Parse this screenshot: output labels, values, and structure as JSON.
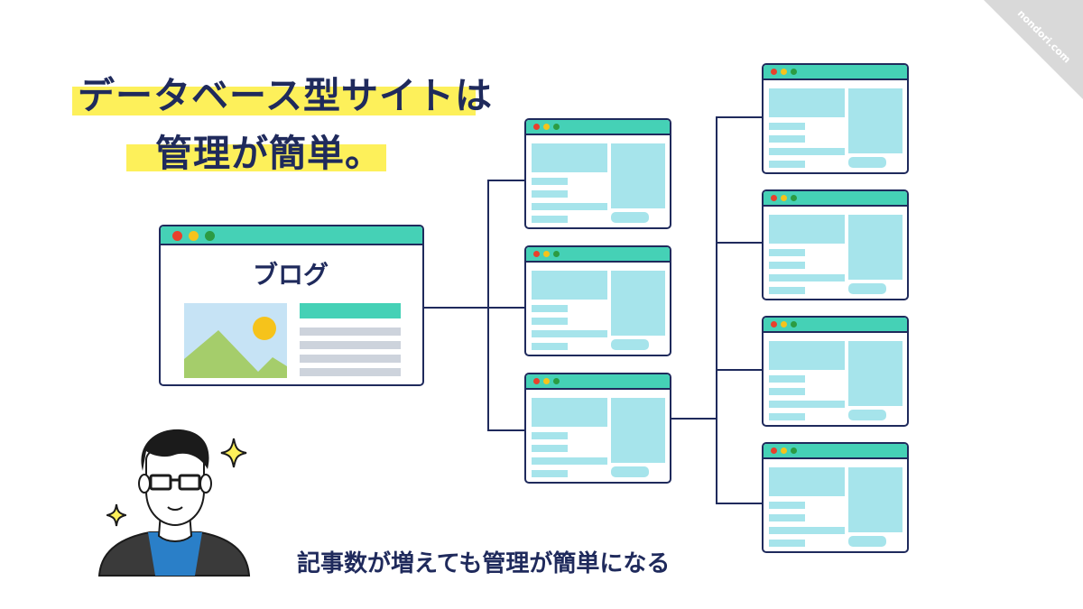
{
  "title": {
    "line1": "データベース型サイトは",
    "line2": "管理が簡単。"
  },
  "main_window": {
    "label": "ブログ"
  },
  "caption": "記事数が増えても管理が簡単になる",
  "watermark": "nondori.com",
  "colors": {
    "navy": "#1f2a5c",
    "teal": "#45d1b6",
    "light_blue": "#a6e4eb",
    "highlight": "#fdf05a",
    "grey_lines": "#cdd3dc"
  }
}
